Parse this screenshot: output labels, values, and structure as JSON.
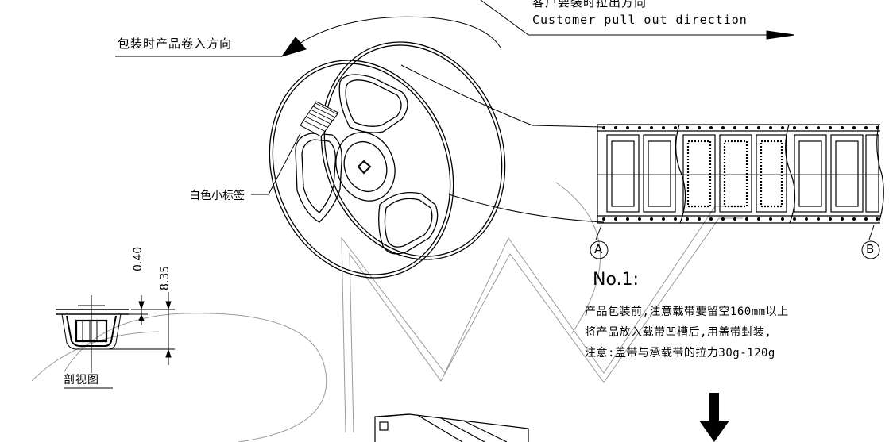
{
  "customer_pull_cn": "客户要装时拉出方向",
  "customer_pull_en": "Customer pull out direction",
  "wind_in_label": "包装时产品卷入方向",
  "white_label": "白色小标签",
  "marker_a": "A",
  "marker_b": "B",
  "dim_040": "0.40",
  "dim_835": "8.35",
  "section_label": "剖视图",
  "note_title": "No.1:",
  "note_lines": [
    "产品包装前,注意载带要留空160mm以上",
    "将产品放入载带凹槽后,用盖带封装,",
    "注意:盖带与承载带的拉力30g-120g"
  ],
  "colors": {
    "line": "#000000",
    "watermark": "#9a9a9a",
    "background": "#ffffff"
  }
}
